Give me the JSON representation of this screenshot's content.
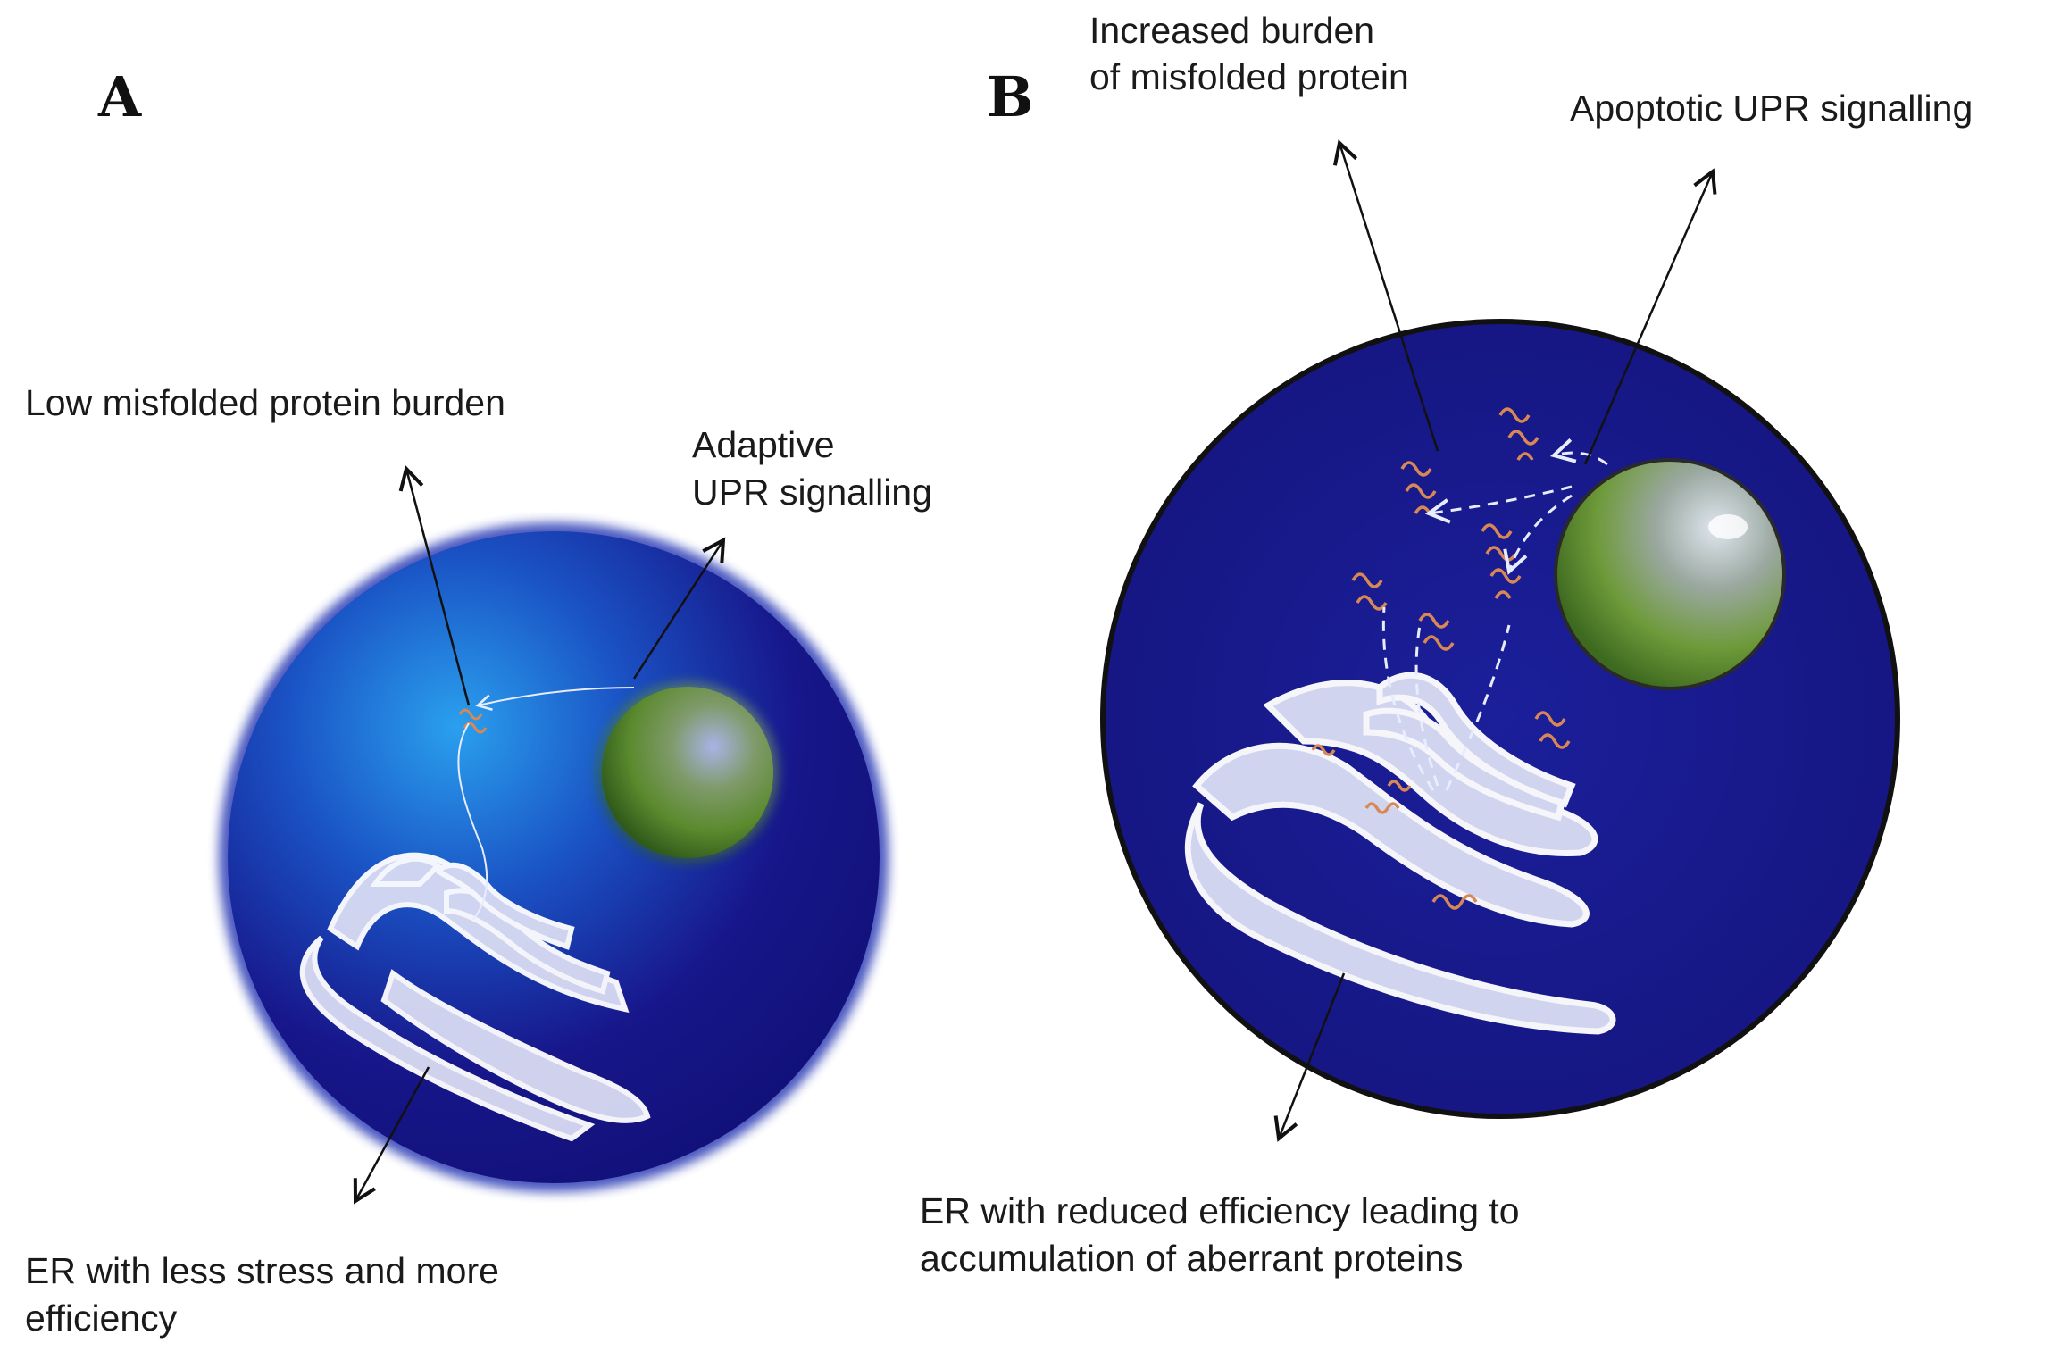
{
  "panel_a": {
    "letter": "A",
    "label_misfolded": "Low misfolded protein burden",
    "label_upr_line1": "Adaptive",
    "label_upr_line2": "UPR signalling",
    "label_er_line1": "ER with less stress and more",
    "label_er_line2": "efficiency"
  },
  "panel_b": {
    "letter": "B",
    "label_misfolded_line1": "Increased burden",
    "label_misfolded_line2": "of misfolded protein",
    "label_upr": "Apoptotic UPR signalling",
    "label_er_line1": "ER with reduced efficiency leading to",
    "label_er_line2": "accumulation of aberrant proteins"
  },
  "colors": {
    "cell_fill": "#17168a",
    "cell_highlight": "#1f8fe0",
    "nucleus": "#6f9a3a",
    "er": "#d9dcf3",
    "protein": "#d98855",
    "outline": "#111111"
  }
}
